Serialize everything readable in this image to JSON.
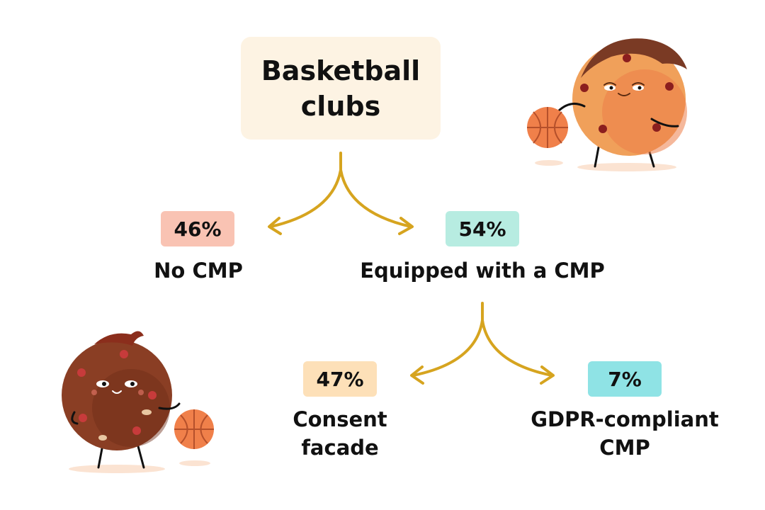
{
  "root": {
    "title": "Basketball clubs"
  },
  "nodes": {
    "no_cmp": {
      "percent": "46%",
      "label": "No CMP",
      "badge_color": "#f9c3b3"
    },
    "with_cmp": {
      "percent": "54%",
      "label": "Equipped with a CMP",
      "badge_color": "#b7ece1"
    },
    "consent_facade": {
      "percent": "47%",
      "label_line1": "Consent",
      "label_line2": "facade",
      "badge_color": "#fde0b8"
    },
    "gdpr_compliant": {
      "percent": "7%",
      "label_line1": "GDPR-compliant",
      "label_line2": "CMP",
      "badge_color": "#8fe3e5"
    }
  },
  "colors": {
    "arrow": "#d6a41f",
    "root_bg": "#fdf3e3",
    "cookie_light": "#f0a05a",
    "cookie_dark": "#8a3e24",
    "basketball": "#f0804a"
  },
  "illustrations": [
    {
      "name": "cookie-character-light",
      "holds": "basketball-icon"
    },
    {
      "name": "cookie-character-dark",
      "holds": "basketball-icon"
    }
  ]
}
